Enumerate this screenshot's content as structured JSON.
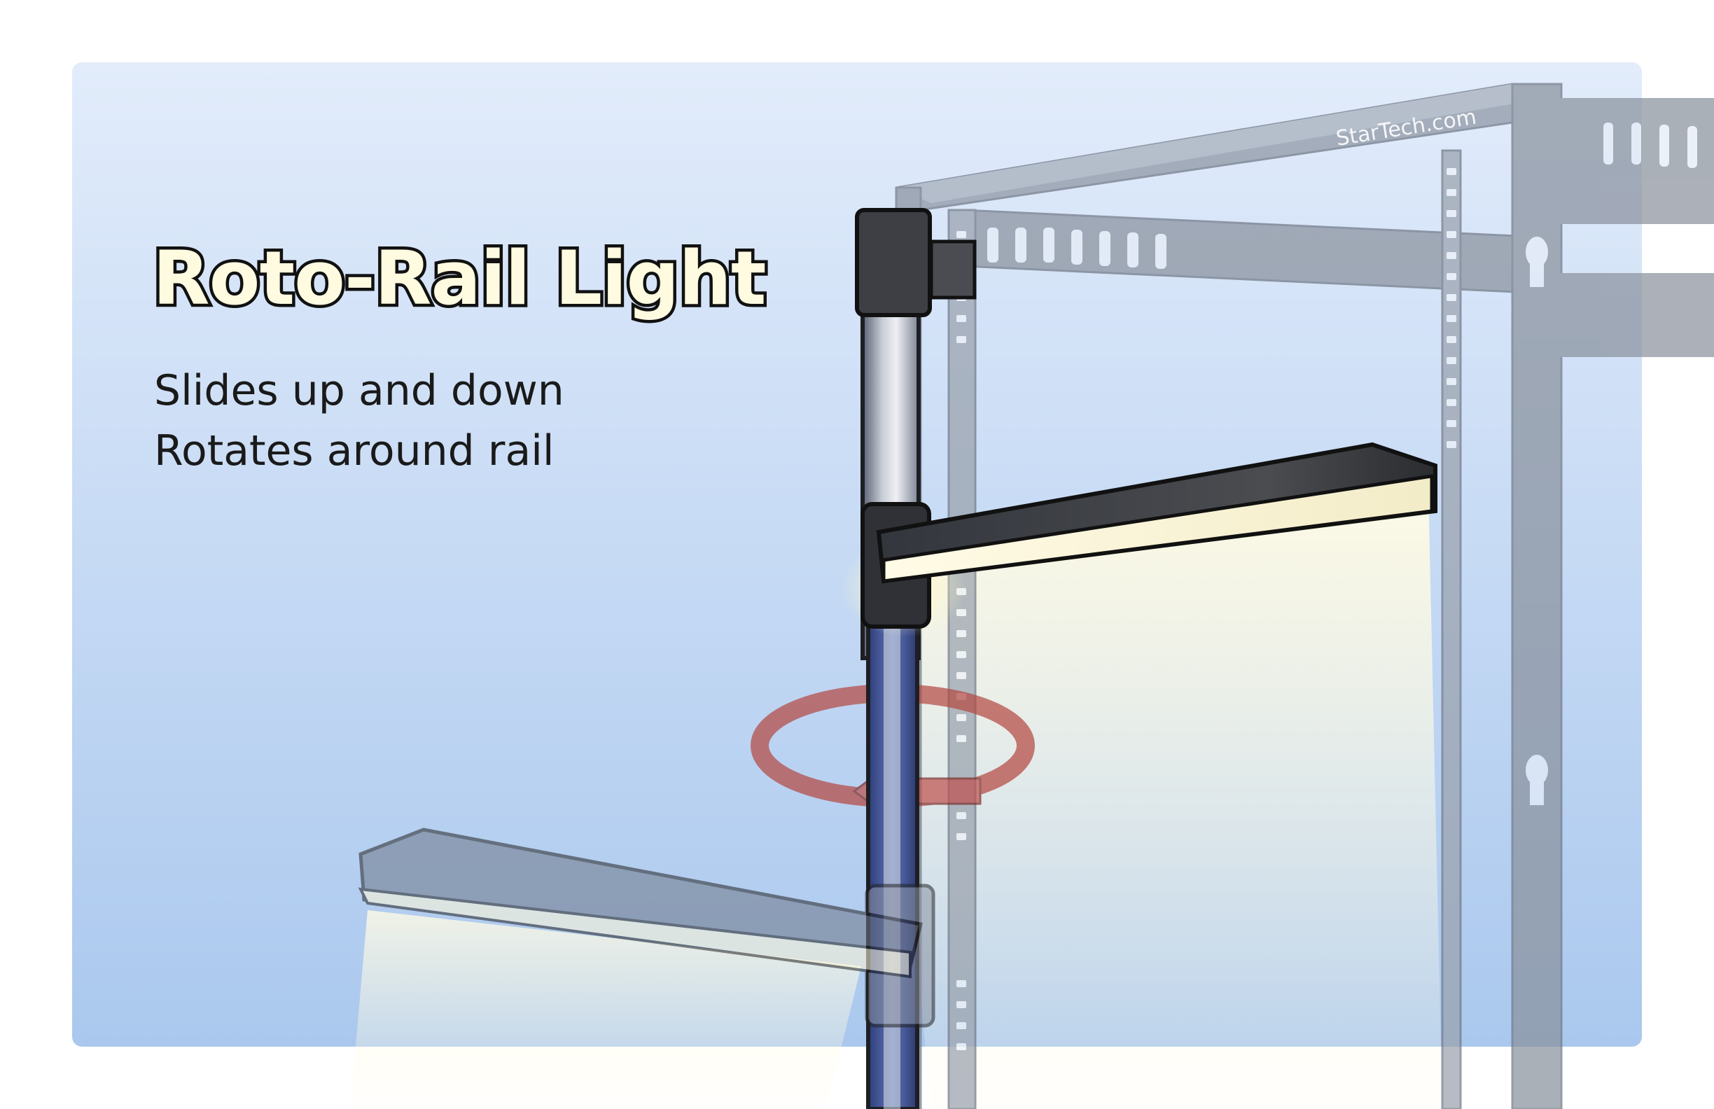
{
  "title": "Roto-Rail Light",
  "features": [
    "Slides up and down",
    "Rotates around rail"
  ],
  "rack_brand": "StarTech.com",
  "icons": [
    "rotation-arrow-icon"
  ],
  "colors": {
    "background_top": "#e2ecfb",
    "background_bottom": "#aac8ee",
    "title_fill": "#fefbe0",
    "title_outline": "#111111",
    "rack_gray": "#8a929e",
    "light_glow": "#fff9d8",
    "rotation_arrow": "#c0504d"
  }
}
